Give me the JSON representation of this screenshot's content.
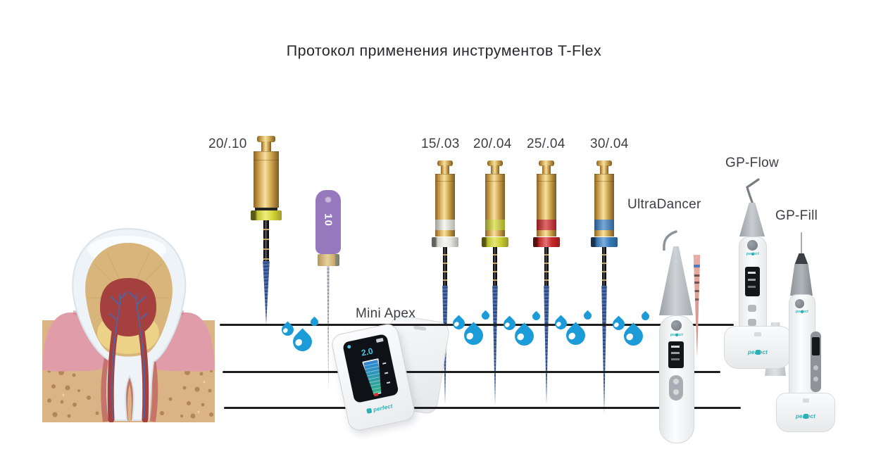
{
  "title": "Протокол применения инструментов T-Flex",
  "brand_label": "perfect",
  "instruments": {
    "rotary_files": [
      {
        "label": "20/.10",
        "ring_color": "#e3e23a"
      },
      {
        "label": "15/.03",
        "ring_color": "#f3f3ec"
      },
      {
        "label": "20/.04",
        "ring_color": "#d6da33"
      },
      {
        "label": "25/.04",
        "ring_color": "#d4292c"
      },
      {
        "label": "30/.04",
        "ring_color": "#3b82c8"
      }
    ],
    "hand_file": {
      "label": "10",
      "handle_color": "#9678bd"
    }
  },
  "devices": [
    {
      "label": "Mini Apex",
      "screen_value": "2.0"
    },
    {
      "label": "UltraDancer"
    },
    {
      "label": "GP-Flow"
    },
    {
      "label": "GP-Fill"
    }
  ],
  "colors": {
    "irrigation_drop": "#1b9cd8",
    "protocol_line": "#1e1e1e",
    "file_gold": "#d9b561",
    "file_spiral_blue": "#3c5fa4",
    "brand_teal": "#28b2b6"
  }
}
